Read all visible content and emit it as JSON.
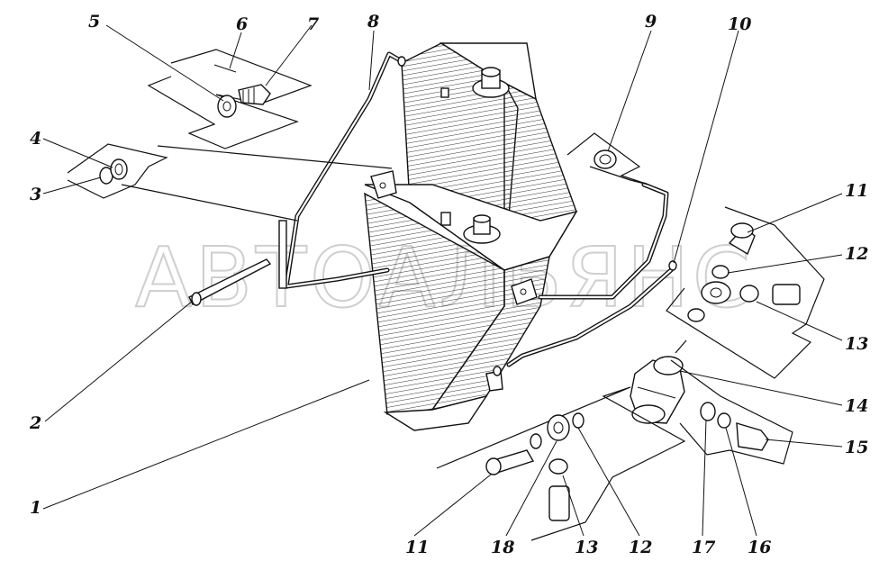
{
  "watermark": "АВТОАЛЬЯНС",
  "callouts": [
    {
      "id": "c1",
      "label": "1"
    },
    {
      "id": "c2",
      "label": "2"
    },
    {
      "id": "c3",
      "label": "3"
    },
    {
      "id": "c4",
      "label": "4"
    },
    {
      "id": "c5",
      "label": "5"
    },
    {
      "id": "c6",
      "label": "6"
    },
    {
      "id": "c7",
      "label": "7"
    },
    {
      "id": "c8",
      "label": "8"
    },
    {
      "id": "c9",
      "label": "9"
    },
    {
      "id": "c10",
      "label": "10"
    },
    {
      "id": "c11a",
      "label": "11"
    },
    {
      "id": "c12a",
      "label": "12"
    },
    {
      "id": "c13a",
      "label": "13"
    },
    {
      "id": "c14",
      "label": "14"
    },
    {
      "id": "c15",
      "label": "15"
    },
    {
      "id": "c16",
      "label": "16"
    },
    {
      "id": "c17",
      "label": "17"
    },
    {
      "id": "c12b",
      "label": "12"
    },
    {
      "id": "c13b",
      "label": "13"
    },
    {
      "id": "c18",
      "label": "18"
    },
    {
      "id": "c11b",
      "label": "11"
    }
  ]
}
